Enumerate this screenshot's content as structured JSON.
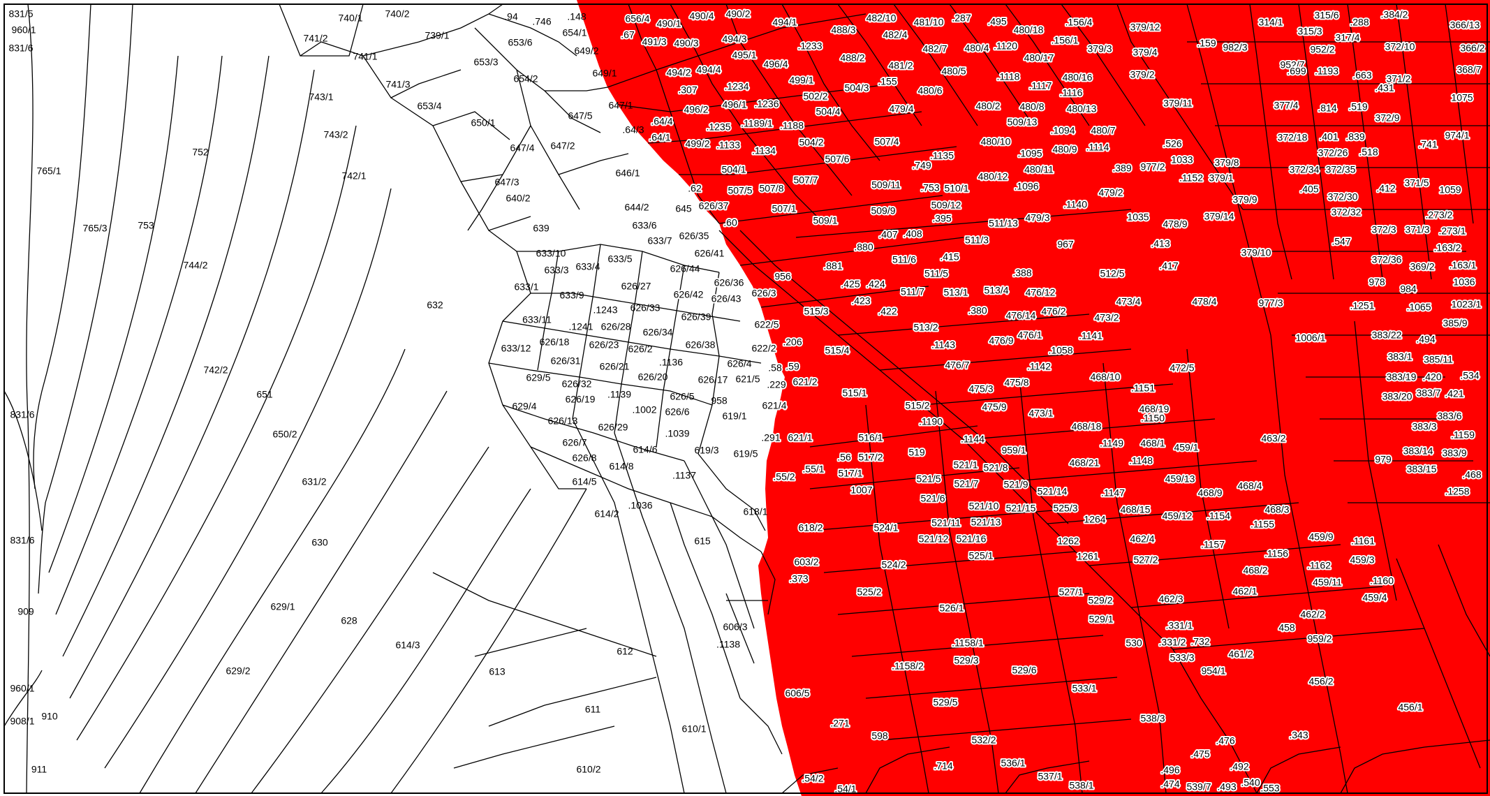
{
  "colors": {
    "background": "#ffffff",
    "highlight": "#ff0000",
    "boundary": "#000000",
    "label_text": "#000000",
    "label_halo": "#ffffff"
  },
  "map": {
    "highlighted_parcels": [
      "656/4",
      "490/1",
      "490/4",
      "490/2",
      "494/1",
      "482/10",
      "481/10",
      ".287",
      ".495",
      "480/18",
      ".156/4",
      "379/12",
      "314/1",
      "315/6",
      ".288",
      ".384/2",
      "366/13",
      ".67",
      "491/3",
      "490/3",
      "494/3",
      ".1233",
      "488/3",
      "482/4",
      "482/7",
      "480/4",
      ".1120",
      "480/17",
      ".156/1",
      "379/3",
      "379/4",
      ".159",
      "982/3",
      "315/3",
      "317/4",
      "366/2",
      "494/2",
      "494/4",
      "495/1",
      "496/4",
      "488/2",
      "481/2",
      "480/5",
      ".1118",
      "480/16",
      "379/2",
      "952/7",
      "952/2",
      ".699",
      ".1193",
      ".663",
      "372/10",
      "368/7",
      ".307",
      ".1234",
      "499/1",
      "504/3",
      ".155",
      "480/6",
      ".1117",
      ".1116",
      "371/2",
      ".431",
      "1075",
      "496/2",
      "496/1",
      ".1236",
      "502/2",
      "479/4",
      "480/2",
      "480/8",
      "480/13",
      "379/11",
      "377/4",
      ".814",
      ".519",
      ".64/4",
      ".1235",
      ".1189/1",
      ".1188",
      "504/4",
      "509/13",
      ".1094",
      "480/7",
      "372/18",
      ".401",
      ".839",
      "372/9",
      ".64/1",
      "499/2",
      ".1133",
      "504/2",
      "507/4",
      "480/10",
      "480/9",
      ".1114",
      ".526",
      "974/1",
      ".741",
      ".1134",
      "507/6",
      ".1135",
      ".1095",
      "1033",
      "379/8",
      "372/26",
      ".518",
      "504/1",
      ".749",
      "480/12",
      "480/11",
      ".389",
      "977/2",
      ".1152",
      "379/1",
      "372/34",
      "372/35",
      "371/5",
      ".62",
      "507/5",
      "507/8",
      "507/7",
      "509/11",
      ".753",
      "510/1",
      ".1096",
      "479/2",
      "379/9",
      ".405",
      "372/30",
      ".412",
      "1059",
      "645",
      "626/37",
      "507/1",
      "509/12",
      "509/9",
      ".1140",
      "1035",
      "478/9",
      "379/14",
      "372/32",
      ".273/2",
      ".60",
      "509/1",
      ".395",
      "511/13",
      "479/3",
      "372/3",
      "371/3",
      ".273/1",
      "626/35",
      ".407",
      ".408",
      "511/3",
      "967",
      ".413",
      "379/10",
      ".547",
      ".163/2",
      "626/41",
      ".880",
      "511/6",
      ".415",
      "512/5",
      ".417",
      "372/36",
      "369/2",
      ".163/1",
      "626/36",
      "956",
      "511/5",
      ".388",
      "978",
      "984",
      "1036",
      "626/42",
      ".881",
      ".425",
      ".424",
      "513/4",
      "476/12",
      "473/4",
      "478/4",
      "977/3",
      ".1251",
      ".1065",
      "1023/1",
      "626/43",
      "626/3",
      ".423",
      "511/7",
      "513/1",
      "513/2",
      "476/2",
      "473/2",
      "1006/1",
      "385/9",
      "515/3",
      ".422",
      ".380",
      "476/14",
      "383/22",
      ".494",
      "622/5",
      "476/9",
      "476/1",
      ".1141",
      "383/1",
      "385/11",
      ".206",
      "622/2",
      "515/4",
      ".1143",
      ".1058",
      "472/5",
      "383/19",
      ".420",
      ".534",
      ".58",
      ".59",
      "476/7",
      ".1142",
      "383/20",
      "383/7",
      ".421",
      "621/5",
      ".229",
      "621/2",
      "475/3",
      "475/8",
      "468/10",
      "383/6",
      "515/1",
      ".1151",
      "463/2",
      "383/3",
      ".1159",
      "621/4",
      "515/2",
      "475/9",
      "473/1",
      "468/19",
      ".1150",
      "383/14",
      "383/9",
      ".291",
      "621/1",
      ".1190",
      "468/18",
      "979",
      ".468",
      "516/1",
      ".1144",
      ".1149",
      "468/1",
      "459/1",
      "383/15",
      ".1258",
      ".56",
      "517/2",
      "519",
      "959/1",
      "468/21",
      ".1148",
      ".55/2",
      ".55/1",
      "517/1",
      "521/1",
      "521/8",
      "459/13",
      "1007",
      "521/5",
      "521/7",
      "521/9",
      "521/14",
      ".1147",
      "468/9",
      "468/4",
      "521/6",
      "521/10",
      "521/15",
      "525/3",
      "468/15",
      "459/12",
      ".1154",
      "468/3",
      "618/2",
      "524/1",
      "521/11",
      "521/13",
      "1264",
      ".1155",
      "459/9",
      ".1161",
      "521/12",
      "521/16",
      "1262",
      "462/4",
      ".1157",
      ".1156",
      "459/3",
      "603/2",
      "525/1",
      "1261",
      "527/2",
      "468/2",
      ".1162",
      ".373",
      "524/2",
      "459/11",
      ".1160",
      "525/2",
      "527/1",
      "529/2",
      "462/3",
      "462/1",
      "459/4",
      "526/1",
      "529/1",
      ".331/1",
      "462/2",
      ".1158/1",
      "530",
      ".331/2",
      ".732",
      "458",
      "959/2",
      ".1158/2",
      "529/3",
      "533/3",
      "461/2",
      "529/6",
      "954/1",
      "606/5",
      "529/5",
      "533/1",
      "456/2",
      ".271",
      "598",
      "538/3",
      "456/1",
      "532/2",
      ".343",
      ".714",
      "536/1",
      ".476",
      ".475",
      ".492",
      ".54/2",
      "537/1",
      "538/1",
      ".474",
      "539/7",
      ".496",
      ".493",
      ".540",
      ".553",
      ".54/1"
    ],
    "white_parcels": [
      "831/5",
      "960/1",
      "831/6",
      "740/1",
      "740/2",
      ".94",
      ".746",
      ".148",
      "741/2",
      "739/1",
      "653/6",
      "654/1",
      "741/1",
      "653/3",
      "649/2",
      "741/3",
      "654/2",
      "649/1",
      "743/1",
      "653/4",
      "647/1",
      "743/2",
      "650/1",
      "647/5",
      "752",
      "647/4",
      "647/2",
      ".64/3",
      "765/1",
      "742/1",
      "647/3",
      "646/1",
      "640/2",
      "644/2",
      "765/3",
      "753",
      "639",
      "633/6",
      "744/2",
      "633/10",
      "633/7",
      "633/3",
      "633/4",
      "633/5",
      "633/1",
      "626/27",
      "626/44",
      "632",
      "633/9",
      ".1243",
      "626/33",
      "633/11",
      ".1241",
      "626/28",
      "626/34",
      "626/39",
      "742/2",
      "626/18",
      "626/23",
      "626/2",
      "626/38",
      "633/12",
      "626/31",
      "626/21",
      ".1136",
      "626/4",
      "629/5",
      "626/32",
      "626/20",
      "626/17",
      "651",
      "626/19",
      ".1139",
      "626/5",
      "831/6",
      "629/4",
      "958",
      "650/2",
      "626/13",
      ".1002",
      "626/6",
      "619/1",
      "626/29",
      ".1039",
      "626/7",
      "614/6",
      "619/3",
      "626/8",
      "614/8",
      "619/5",
      "631/2",
      "614/5",
      ".1137",
      ".1036",
      "614/2",
      "618/1",
      "831/6",
      "630",
      "615",
      "909",
      "629/1",
      "628",
      "606/3",
      "614/3",
      ".1138",
      "629/2",
      "613",
      "612",
      "960/1",
      "910",
      "908/1",
      "611",
      "610/1",
      "911",
      "610/2"
    ]
  }
}
